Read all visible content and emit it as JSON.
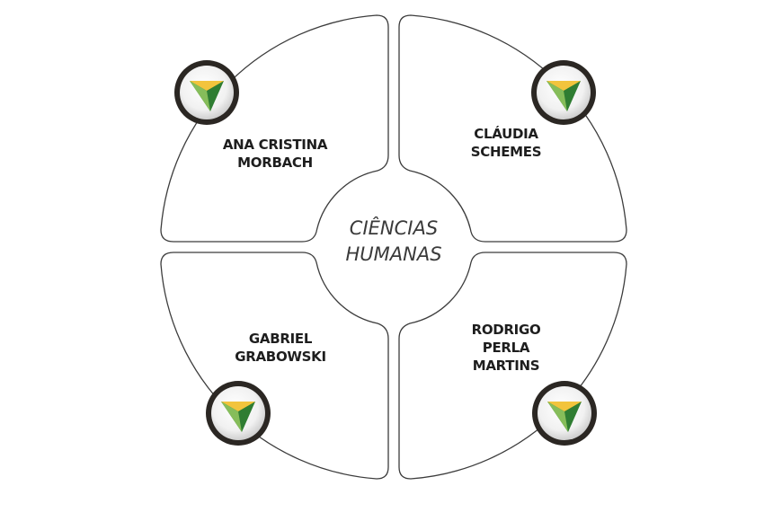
{
  "center": {
    "line1": "CIÊNCIAS",
    "line2": "HUMANAS"
  },
  "quadrants": [
    {
      "id": "top-left",
      "lines": [
        "ANA CRISTINA",
        "MORBACH"
      ]
    },
    {
      "id": "top-right",
      "lines": [
        "CLÁUDIA",
        "SCHEMES"
      ]
    },
    {
      "id": "bottom-left",
      "lines": [
        "GABRIEL",
        "GRABOWSKI"
      ]
    },
    {
      "id": "bottom-right",
      "lines": [
        "RODRIGO",
        "PERLA",
        "MARTINS"
      ]
    }
  ],
  "colors": {
    "outline": "#3c3c3c",
    "badge_ring": "#2b2723",
    "logo_yellow": "#f2c43d",
    "logo_green": "#6aa84f",
    "logo_dark_green": "#2f7d32"
  },
  "icons": {
    "badge": "shield-logo-icon"
  }
}
